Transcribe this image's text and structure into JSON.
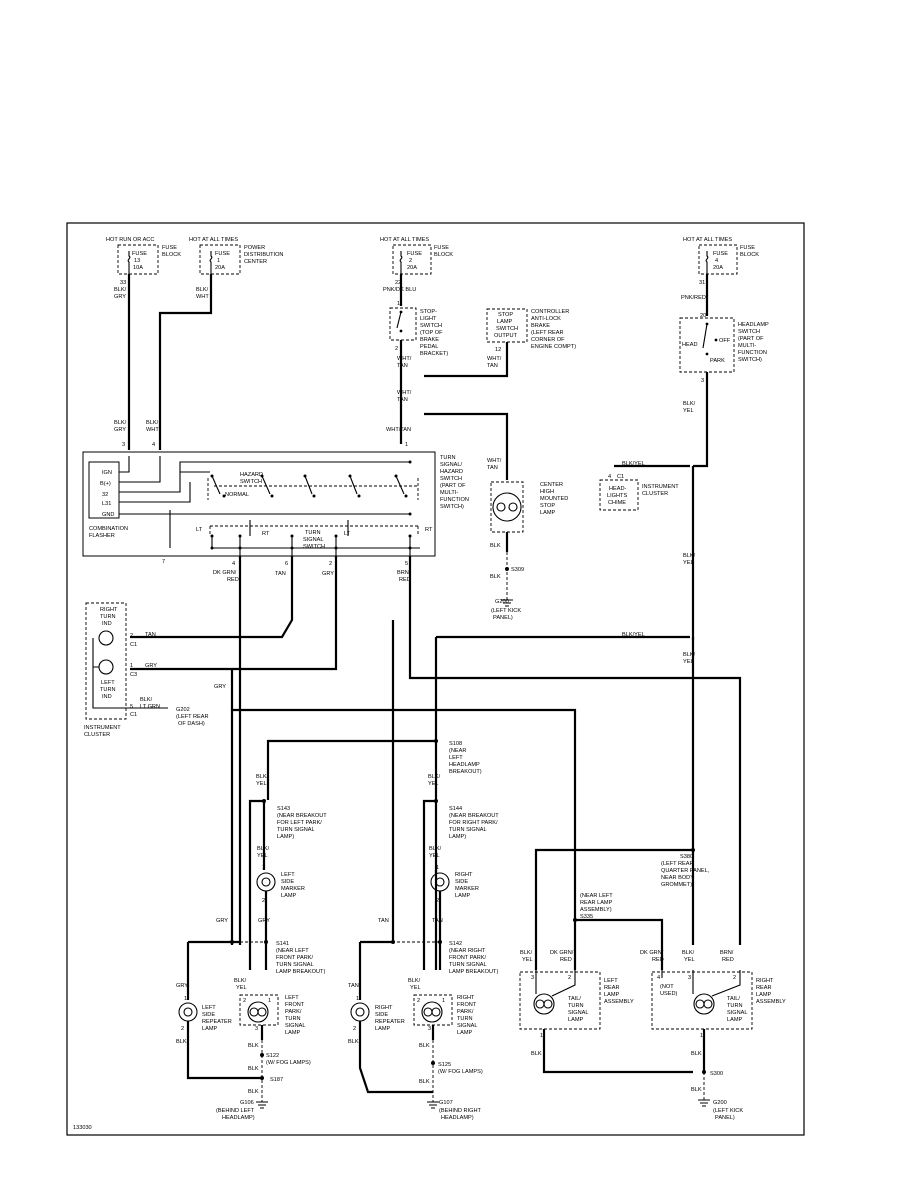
{
  "diagram_id": "133030",
  "fuses": {
    "f13": {
      "hot": "HOT RUN OR ACC",
      "name": "FUSE",
      "num": "13",
      "amp": "10A",
      "block": "FUSE",
      "block2": "BLOCK",
      "pin": "33"
    },
    "f1": {
      "hot": "HOT AT ALL TIMES",
      "name": "FUSE",
      "num": "1",
      "amp": "20A",
      "block": "POWER",
      "block2": "DISTRIBUTION",
      "block3": "CENTER"
    },
    "f2": {
      "hot": "HOT AT ALL TIMES",
      "name": "FUSE",
      "num": "2",
      "amp": "20A",
      "block": "FUSE",
      "block2": "BLOCK",
      "pin": "22"
    },
    "f4": {
      "hot": "HOT AT ALL TIMES",
      "name": "FUSE",
      "num": "4",
      "amp": "20A",
      "block": "FUSE",
      "block2": "BLOCK",
      "pin": "31"
    }
  },
  "wires": {
    "blk_gry": "BLK/",
    "blk_gry2": "GRY",
    "blk_wht": "BLK/",
    "blk_wht2": "WHT",
    "pnk_dkblu": "PNK/DK BLU",
    "pnk_red": "PNK/RED",
    "wht_tan": "WHT/",
    "wht_tan2": "TAN",
    "wht_tan_full": "WHT/TAN",
    "blk_yel": "BLK/",
    "blk_yel2": "YEL",
    "blk_yel_full": "BLK/YEL",
    "dkgrn_red": "DK GRN/",
    "dkgrn_red2": "RED",
    "tan": "TAN",
    "gry": "GRY",
    "brn_red": "BRN/",
    "brn_red2": "RED",
    "blk": "BLK",
    "blk_ltgrn": "BLK/",
    "blk_ltgrn2": "LT GRN"
  },
  "stoplight_switch": {
    "l1": "STOP-",
    "l2": "LIGHT",
    "l3": "SWITCH",
    "l4": "(TOP OF",
    "l5": "BRAKE",
    "l6": "PEDAL",
    "l7": "BRACKET)",
    "pin_in": "1",
    "pin_out": "2"
  },
  "abs_controller": {
    "box1": "STOP",
    "box2": "LAMP",
    "box3": "SWITCH",
    "box4": "OUTPUT",
    "l1": "CONTROLLER",
    "l2": "ANTI-LOCK",
    "l3": "BRAKE",
    "l4": "(LEFT REAR",
    "l5": "CORNER OF",
    "l6": "ENGINE COMPT)",
    "pin": "12"
  },
  "headlamp_switch": {
    "l1": "HEADLAMP",
    "l2": "SWITCH",
    "l3": "(PART OF",
    "l4": "MULTI-",
    "l5": "FUNCTION",
    "l6": "SWITCH)",
    "head": "HEAD",
    "off": "OFF",
    "park": "PARK",
    "pin_in": "20",
    "pin_out": "3"
  },
  "flasher": {
    "ign": "IGN",
    "bplus": "B(+)",
    "l32": "32",
    "l31": "L31",
    "gnd": "GND",
    "name1": "COMBINATION",
    "name2": "FLASHER",
    "hazard1": "HAZARD",
    "hazard2": "SWITCH",
    "normal": "NORMAL",
    "turn1": "TURN",
    "turn2": "SIGNAL",
    "turn3": "SWITCH",
    "lt": "LT",
    "rt": "RT",
    "pin3": "3",
    "pin4": "4",
    "pin1": "1",
    "pin7": "7",
    "pin4b": "4",
    "pin6": "6",
    "pin2": "2",
    "pin5": "5"
  },
  "turn_hazard_switch": {
    "l1": "TURN",
    "l2": "SIGNAL/",
    "l3": "HAZARD",
    "l4": "SWITCH",
    "l5": "(PART OF",
    "l6": "MULTI-",
    "l7": "FUNCTION",
    "l8": "SWITCH)"
  },
  "center_stop": {
    "l1": "CENTER",
    "l2": "HIGH",
    "l3": "MOUNTED",
    "l4": "STOP",
    "l5": "LAMP"
  },
  "chime": {
    "l1": "HEAD-",
    "l2": "LIGHTS",
    "l3": "CHIME",
    "cl1": "INSTRUMENT",
    "cl2": "CLUSTER",
    "pin": "4",
    "conn": "C1"
  },
  "grounds": {
    "s309": "S309",
    "g200": "G200",
    "g200_loc1": "(LEFT KICK",
    "g200_loc2": "PANEL)",
    "g202": "G202",
    "g202_loc1": "(LEFT REAR",
    "g202_loc2": "OF DASH)",
    "g106": "G106",
    "g106_loc1": "(BEHIND LEFT",
    "g106_loc2": "HEADLAMP)",
    "g107": "G107",
    "g107_loc1": "(BEHIND RIGHT",
    "g107_loc2": "HEADLAMP)",
    "s300": "S300",
    "g200b": "G200",
    "g200b_loc1": "(LEFT KICK",
    "g200b_loc2": "PANEL)"
  },
  "cluster": {
    "right1": "RIGHT",
    "right2": "TURN",
    "right3": "IND",
    "left1": "LEFT",
    "left2": "TURN",
    "left3": "IND",
    "name1": "INSTRUMENT",
    "name2": "CLUSTER",
    "c1": "C1",
    "c3": "C3",
    "c1b": "C1",
    "p2": "2",
    "p1": "1",
    "p5": "5"
  },
  "splices": {
    "s108": "S108",
    "s108_l1": "(NEAR",
    "s108_l2": "LEFT",
    "s108_l3": "HEADLAMP",
    "s108_l4": "BREAKOUT)",
    "s143": "S143",
    "s143_l1": "(NEAR BREAKOUT",
    "s143_l2": "FOR LEFT PARK/",
    "s143_l3": "TURN SIGNAL",
    "s143_l4": "LAMP)",
    "s144": "S144",
    "s144_l1": "(NEAR BREAKOUT",
    "s144_l2": "FOR RIGHT PARK/",
    "s144_l3": "TURN SIGNAL",
    "s144_l4": "LAMP)",
    "s141": "S141",
    "s141_l1": "(NEAR LEFT",
    "s141_l2": "FRONT PARK/",
    "s141_l3": "TURN SIGNAL",
    "s141_l4": "LAMP BREAKOUT)",
    "s142": "S142",
    "s142_l1": "(NEAR RIGHT",
    "s142_l2": "FRONT PARK/",
    "s142_l3": "TURN SIGNAL",
    "s142_l4": "LAMP BREAKOUT)",
    "s122": "S122",
    "s122_l": "(W/ FOG LAMPS)",
    "s125": "S125",
    "s125_l": "(W/ FOG LAMPS)",
    "s187": "S187",
    "s380": "S380",
    "s380_l1": "(LEFT REAR",
    "s380_l2": "QUARTER PANEL,",
    "s380_l3": "NEAR BODY",
    "s380_l4": "GROMMET)",
    "s335": "S335",
    "s335_l1": "(NEAR LEFT",
    "s335_l2": "REAR LAMP",
    "s335_l3": "ASSEMBLY)"
  },
  "lamps": {
    "lsm": {
      "l1": "LEFT",
      "l2": "SIDE",
      "l3": "MARKER",
      "l4": "LAMP",
      "p1": "1",
      "p2": "2"
    },
    "rsm": {
      "l1": "RIGHT",
      "l2": "SIDE",
      "l3": "MARKER",
      "l4": "LAMP",
      "p1": "1",
      "p2": "2"
    },
    "lsr": {
      "l1": "LEFT",
      "l2": "SIDE",
      "l3": "REPEATER",
      "l4": "LAMP",
      "p1": "1",
      "p2": "2"
    },
    "rsr": {
      "l1": "RIGHT",
      "l2": "SIDE",
      "l3": "REPEATER",
      "l4": "LAMP",
      "p1": "1",
      "p2": "2"
    },
    "lfp": {
      "l1": "LEFT",
      "l2": "FRONT",
      "l3": "PARK/",
      "l4": "TURN",
      "l5": "SIGNAL",
      "l6": "LAMP",
      "p2": "2",
      "p1": "1",
      "p3": "3"
    },
    "rfp": {
      "l1": "RIGHT",
      "l2": "FRONT",
      "l3": "PARK/",
      "l4": "TURN",
      "l5": "SIGNAL",
      "l6": "LAMP",
      "p2": "2",
      "p1": "1",
      "p3": "3"
    },
    "lrl": {
      "l1": "LEFT",
      "l2": "REAR",
      "l3": "LAMP",
      "l4": "ASSEMBLY",
      "t1": "TAIL/",
      "t2": "TURN",
      "t3": "SIGNAL",
      "t4": "LAMP",
      "p3": "3",
      "p2": "2",
      "p1": "1"
    },
    "rrl": {
      "l1": "RIGHT",
      "l2": "REAR",
      "l3": "LAMP",
      "l4": "ASSEMBLY",
      "t1": "TAIL/",
      "t2": "TURN",
      "t3": "SIGNAL",
      "t4": "LAMP",
      "p4": "4",
      "p3": "3",
      "p2": "2",
      "p1": "1",
      "notused1": "(NOT",
      "notused2": "USED)"
    }
  }
}
